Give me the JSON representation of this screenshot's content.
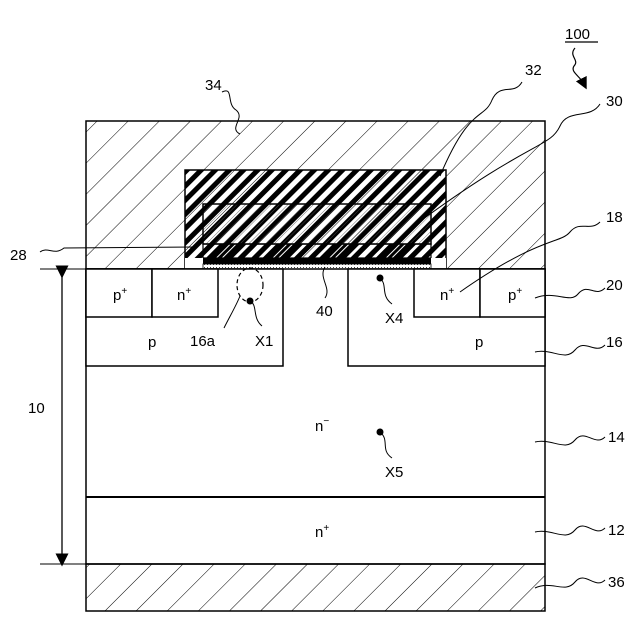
{
  "figure": {
    "ref_100": "100",
    "ref_34": "34",
    "ref_32": "32",
    "ref_30": "30",
    "ref_18": "18",
    "ref_28": "28",
    "ref_20": "20",
    "ref_16": "16",
    "ref_14": "14",
    "ref_12": "12",
    "ref_36": "36",
    "ref_10": "10",
    "ref_40": "40",
    "ref_16a": "16a",
    "point_x1": "X1",
    "point_x4": "X4",
    "point_x5": "X5",
    "region_p_plus_left": {
      "base": "p",
      "sup": "+"
    },
    "region_n_plus_left": {
      "base": "n",
      "sup": "+"
    },
    "region_n_plus_right": {
      "base": "n",
      "sup": "+"
    },
    "region_p_plus_right": {
      "base": "p",
      "sup": "+"
    },
    "region_p_left": "p",
    "region_p_right": "p",
    "region_n_minus": {
      "base": "n",
      "sup": "−"
    },
    "region_n_plus_substrate": {
      "base": "n",
      "sup": "+"
    }
  }
}
